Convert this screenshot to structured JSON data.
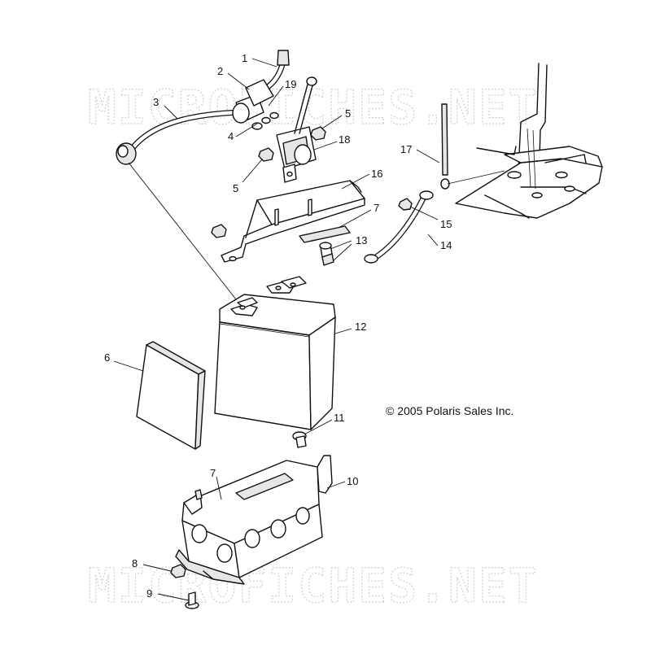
{
  "watermarks": [
    "MICROFICHES.NET",
    "MICROFICHES.NET"
  ],
  "copyright": "© 2005 Polaris Sales Inc.",
  "callouts": [
    "1",
    "2",
    "19",
    "3",
    "5",
    "4",
    "18",
    "5",
    "16",
    "17",
    "7",
    "15",
    "13",
    "14",
    "12",
    "6",
    "11",
    "7",
    "10",
    "8",
    "9"
  ]
}
